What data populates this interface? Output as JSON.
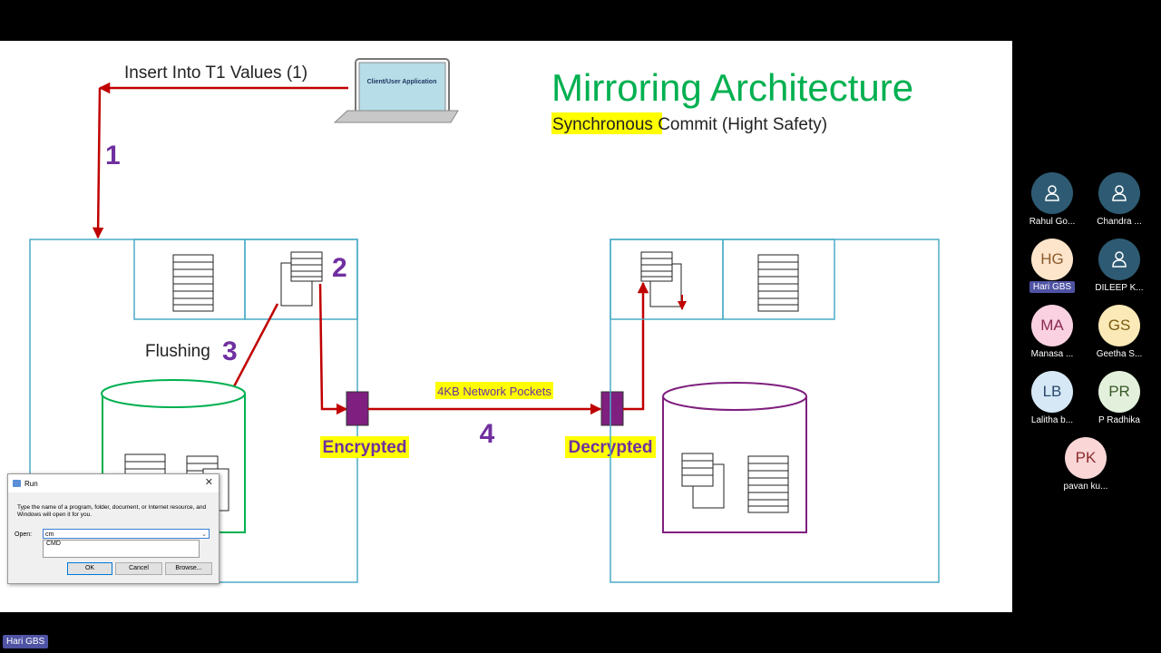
{
  "slide": {
    "title": "Mirroring Architecture",
    "subtitle_highlight": "Synchronous ",
    "subtitle_rest": "Commit (Hight Safety)",
    "insert_label": "Insert Into T1 Values (1)",
    "client_label": "Client/User Application",
    "step1": "1",
    "step2": "2",
    "step3": "3",
    "step4": "4",
    "flushing_label": "Flushing",
    "network_label": "4KB Network Pockets",
    "encrypted_label": "Encrypted",
    "decrypted_label": "Decrypted",
    "colors": {
      "title": "#00b050",
      "arrow": "#c00000",
      "number": "#7030a0",
      "box": "#4bacc6",
      "highlight": "#ffff00",
      "pipe": "#7f1f7f"
    }
  },
  "participants": [
    {
      "initials": "",
      "name": "Rahul Go...",
      "color": "#2e5b73",
      "icon": "person-icon"
    },
    {
      "initials": "",
      "name": "Chandra ...",
      "color": "#2e5b73",
      "icon": "person-icon"
    },
    {
      "initials": "HG",
      "name": "Hari GBS",
      "color": "#fde5cc"
    },
    {
      "initials": "",
      "name": "DILEEP K...",
      "color": "#2e5b73",
      "icon": "person-icon"
    },
    {
      "initials": "MA",
      "name": "Manasa ...",
      "color": "#fad1e1"
    },
    {
      "initials": "GS",
      "name": "Geetha S...",
      "color": "#fbe9b7"
    },
    {
      "initials": "LB",
      "name": "Lalitha b...",
      "color": "#d6e8f6"
    },
    {
      "initials": "PR",
      "name": "P Radhika",
      "color": "#e3f1dc"
    },
    {
      "initials": "PK",
      "name": "pavan ku...",
      "color": "#fad6d6"
    }
  ],
  "self_label": "Hari GBS",
  "run_dialog": {
    "title": "Run",
    "description": "Type the name of a program, folder, document, or Internet resource, and Windows will open it for you.",
    "open_label": "Open:",
    "input_value": "cm",
    "suggestion": "CMD",
    "ok": "OK",
    "cancel": "Cancel",
    "browse": "Browse..."
  }
}
